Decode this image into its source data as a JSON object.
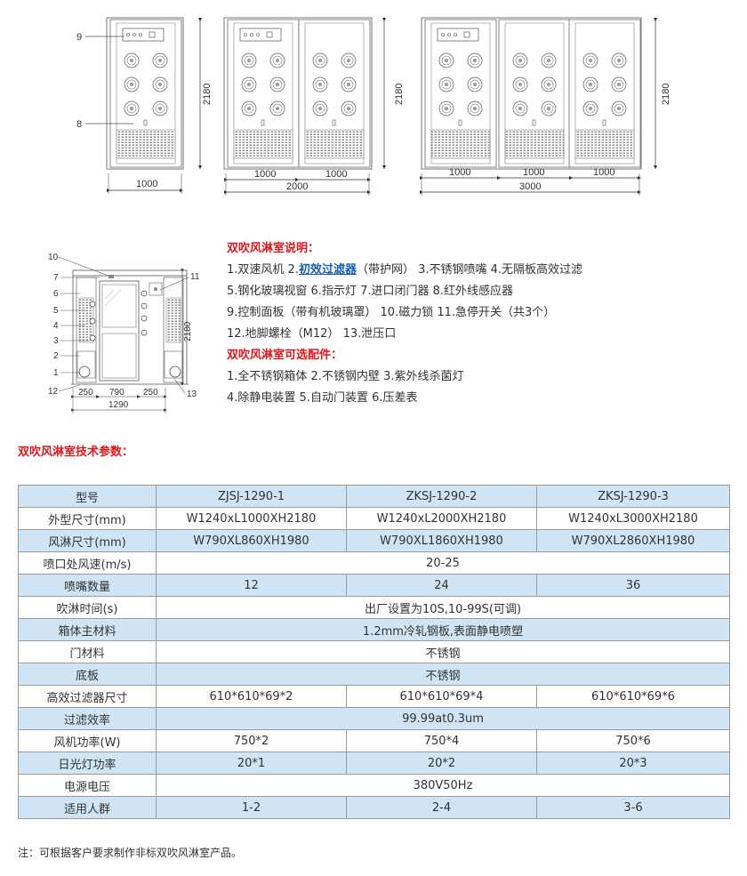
{
  "drawings": {
    "front_views": {
      "callouts": [
        "9",
        "8"
      ],
      "height_label": "2180",
      "unit_widths": [
        "1000",
        "1000",
        "1000",
        "1000",
        "1000",
        "1000"
      ],
      "totals": [
        "1000",
        "2000",
        "3000"
      ]
    },
    "side_view": {
      "callouts": [
        "10",
        "7",
        "6",
        "5",
        "4",
        "3",
        "2",
        "1",
        "12",
        "11",
        "13"
      ],
      "height_label": "2180",
      "segments": [
        "250",
        "790",
        "250"
      ],
      "total": "1290"
    }
  },
  "description": {
    "title": "双吹风淋室说明：",
    "line1_a": "1.双速风机 2.",
    "line1_link": "初效过滤器",
    "line1_b": "（带护网） 3.不锈钢喷嘴 4.无隔板高效过滤",
    "line2": "5.钢化玻璃视窗   6.指示灯   7.进口闭门器    8.红外线感应器",
    "line3": "9.控制面板（带有机玻璃罩）    10.磁力锁   11.急停开关（共3个）",
    "line4": "12.地脚螺栓（M12）     13.泄压口",
    "optional_title": "双吹风淋室可选配件：",
    "opt1": "1.全不锈钢箱体   2.不锈钢内壁    3.紫外线杀菌灯",
    "opt2": "4.除静电装置      5.自动门装置     6.压差表"
  },
  "params_title": "双吹风淋室技术参数：",
  "table": {
    "rows": [
      {
        "style": "blue",
        "label": "型号",
        "cells": [
          "ZJSJ-1290-1",
          "ZKSJ-1290-2",
          "ZKSJ-1290-3"
        ]
      },
      {
        "style": "white",
        "label": "外型尺寸(mm)",
        "cells": [
          "W1240xL1000XH2180",
          "W1240xL2000XH2180",
          "W1240xL3000XH2180"
        ]
      },
      {
        "style": "blue",
        "label": "风淋尺寸(mm)",
        "cells": [
          "W790XL860XH1980",
          "W790XL1860XH1980",
          "W790XL2860XH1980"
        ]
      },
      {
        "style": "white",
        "label": "喷口处风速(m/s)",
        "cells": [
          "20-25"
        ]
      },
      {
        "style": "blue",
        "label": "喷嘴数量",
        "cells": [
          "12",
          "24",
          "36"
        ]
      },
      {
        "style": "white",
        "label": "吹淋时间(s)",
        "cells": [
          "出厂设置为10S,10-99S(可调)"
        ]
      },
      {
        "style": "blue",
        "label": "箱体主材料",
        "cells": [
          "1.2mm冷轧钢板,表面静电喷塑"
        ]
      },
      {
        "style": "white",
        "label": "门材料",
        "cells": [
          "不锈钢"
        ]
      },
      {
        "style": "blue",
        "label": "底板",
        "cells": [
          "不锈钢"
        ]
      },
      {
        "style": "white",
        "label": "高效过滤器尺寸",
        "cells": [
          "610*610*69*2",
          "610*610*69*4",
          "610*610*69*6"
        ]
      },
      {
        "style": "blue",
        "label": "过滤效率",
        "cells": [
          "99.99at0.3um"
        ]
      },
      {
        "style": "white",
        "label": "风机功率(W)",
        "cells": [
          "750*2",
          "750*4",
          "750*6"
        ]
      },
      {
        "style": "blue",
        "label": "日光灯功率",
        "cells": [
          "20*1",
          "20*2",
          "20*3"
        ]
      },
      {
        "style": "white",
        "label": "电源电压",
        "cells": [
          "380V50Hz"
        ]
      },
      {
        "style": "blue",
        "label": "适用人群",
        "cells": [
          "1-2",
          "2-4",
          "3-6"
        ]
      }
    ]
  },
  "note": "注：可根据客户要求制作非标双吹风淋室产品。"
}
